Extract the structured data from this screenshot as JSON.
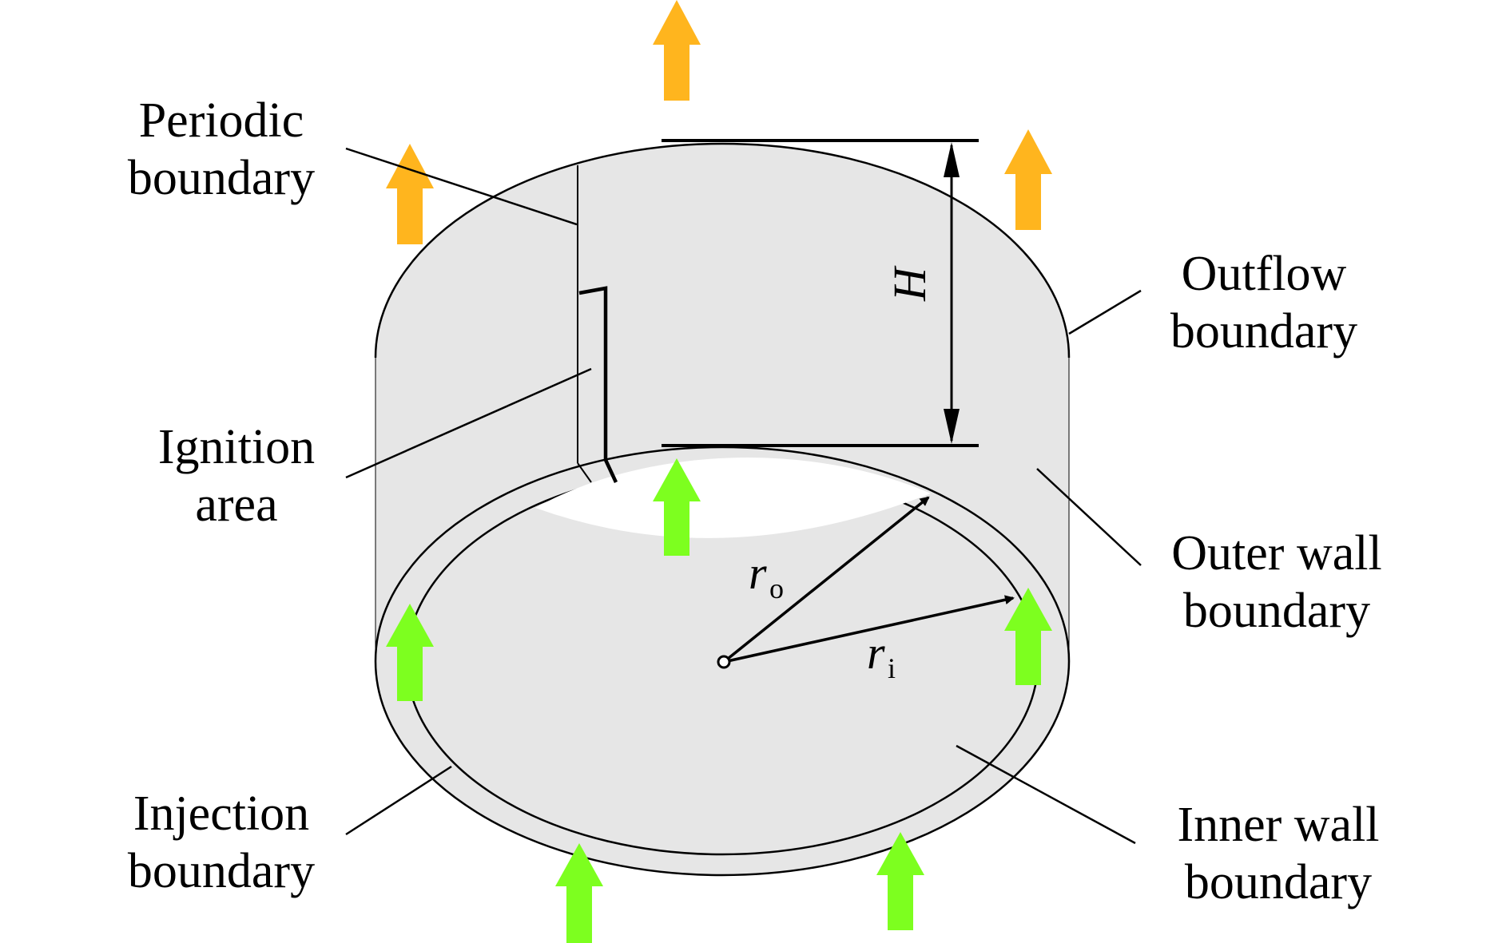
{
  "labels": {
    "periodic": [
      "Periodic",
      "boundary"
    ],
    "ignition": [
      "Ignition",
      "area"
    ],
    "injection": [
      "Injection",
      "boundary"
    ],
    "outflow": [
      "Outflow",
      "boundary"
    ],
    "outer_wall": [
      "Outer wall",
      "boundary"
    ],
    "inner_wall": [
      "Inner wall",
      "boundary"
    ]
  },
  "symbols": {
    "height": "H",
    "r_outer": "r",
    "r_outer_sub": "o",
    "r_inner": "r",
    "r_inner_sub": "i"
  },
  "colors": {
    "surface": "#e6e6e6",
    "outflow_arrow": "#ffb51e",
    "injection_arrow": "#7dff1f",
    "line": "#000000"
  }
}
